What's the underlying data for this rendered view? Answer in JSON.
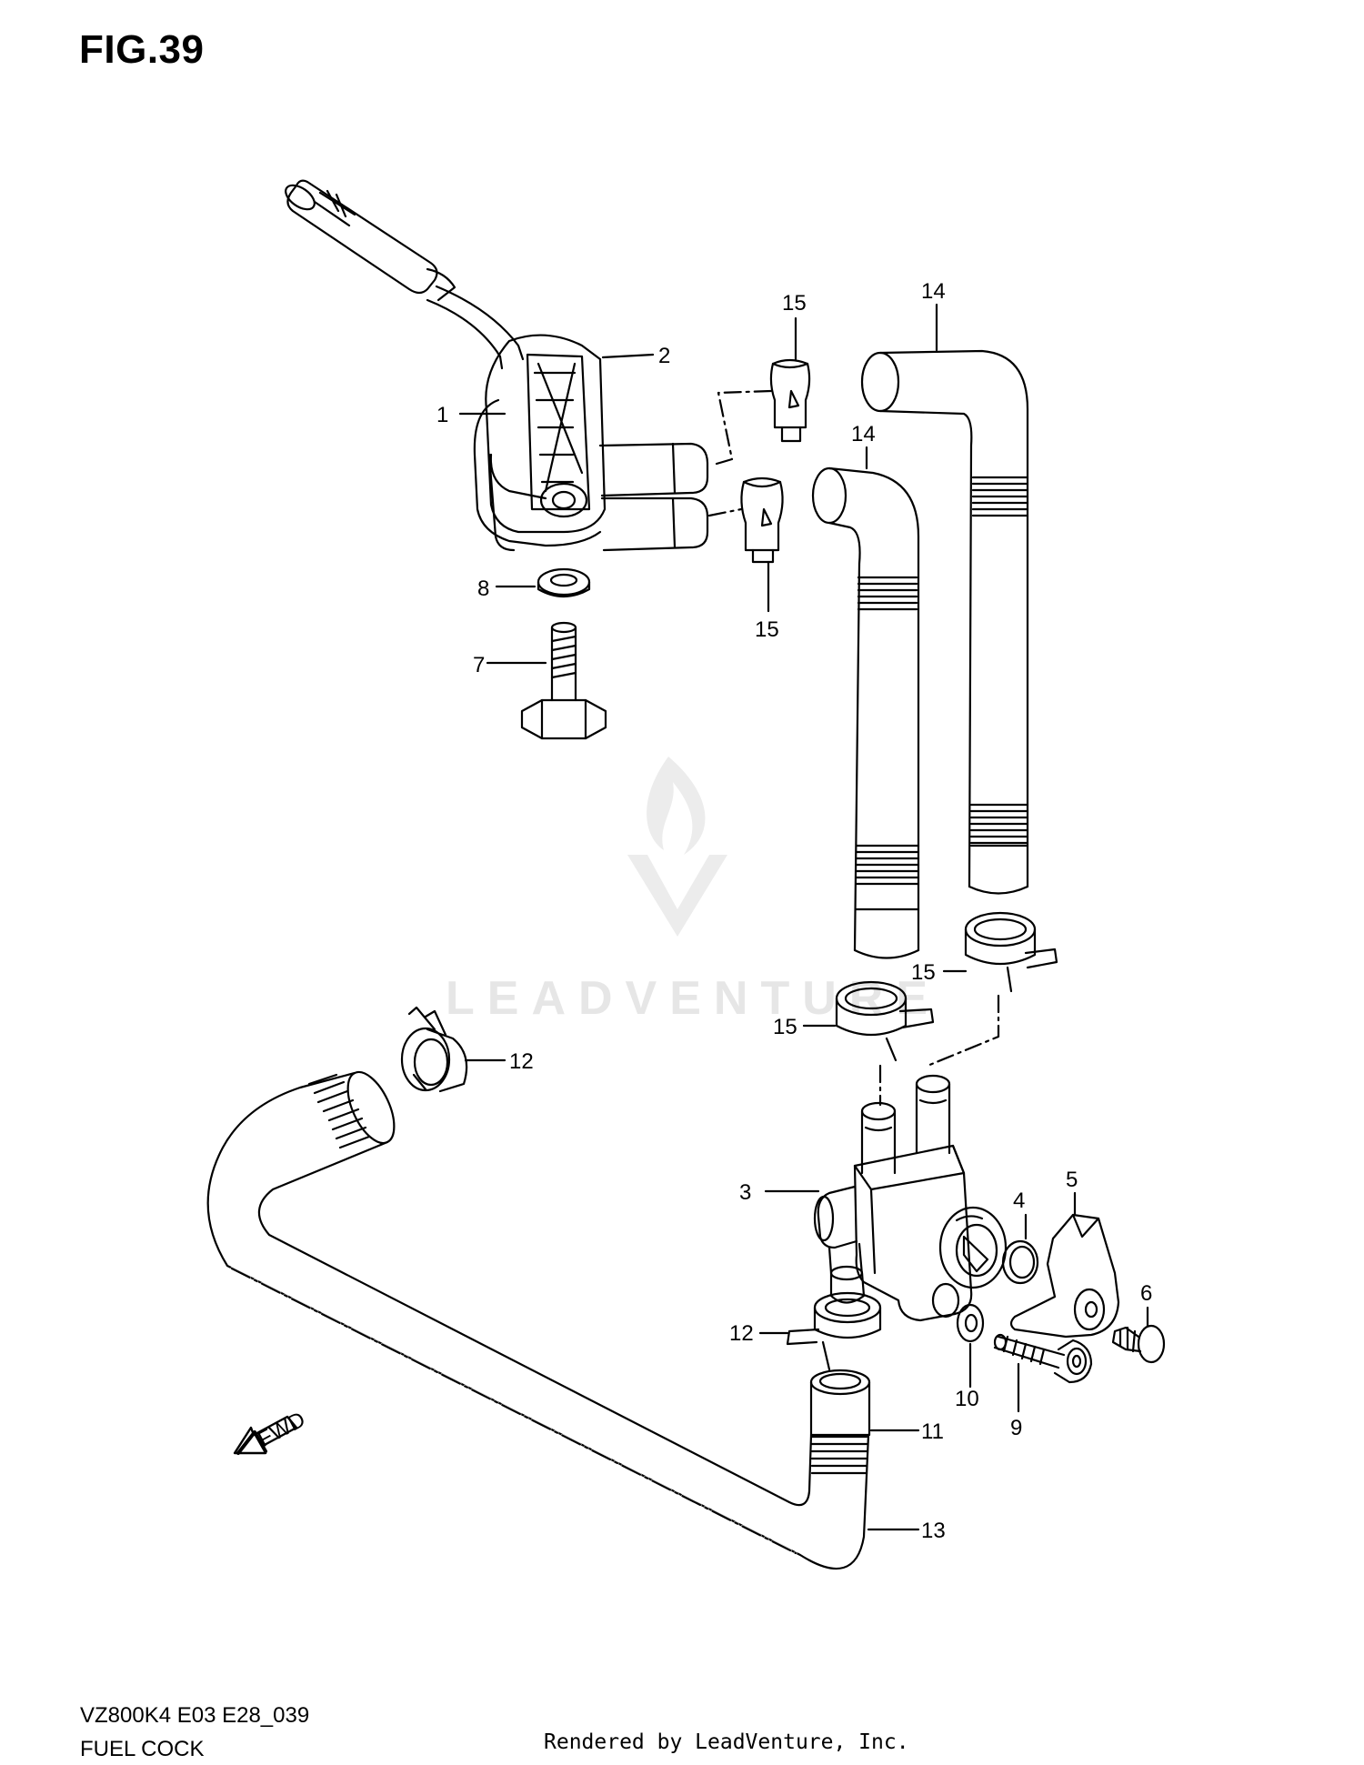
{
  "figure": {
    "title": "FIG.39",
    "model_code": "VZ800K4 E03 E28_039",
    "caption": "FUEL COCK",
    "credit": "Rendered by LeadVenture, Inc.",
    "watermark_text": "LEADVENTURE",
    "watermark_logo": "leadventure-flame-logo"
  },
  "colors": {
    "line": "#000000",
    "watermark": "#e6e6e6"
  },
  "callouts": {
    "c1": "1",
    "c2": "2",
    "c3": "3",
    "c4": "4",
    "c5": "5",
    "c6": "6",
    "c7": "7",
    "c8": "8",
    "c9": "9",
    "c10": "10",
    "c11": "11",
    "c12a": "12",
    "c12b": "12",
    "c13": "13",
    "c14a": "14",
    "c14b": "14",
    "c15a": "15",
    "c15b": "15",
    "c15c": "15",
    "c15d": "15"
  },
  "fwd_arrow": {
    "label": "FWD",
    "icon": "fwd-arrow-icon"
  }
}
